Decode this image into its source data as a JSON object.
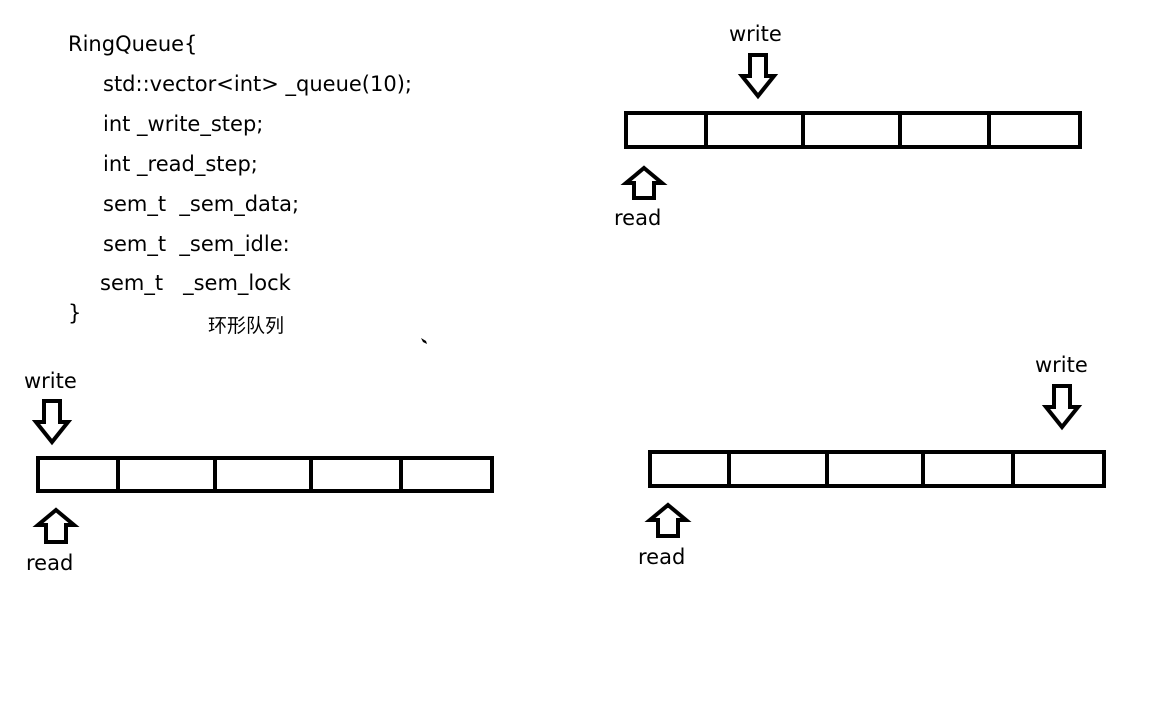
{
  "code": {
    "lines": [
      "RingQueue{",
      "std::vector<int> _queue(10);",
      "int _write_step;",
      "int _read_step;",
      "sem_t  _sem_data;",
      "sem_t  _sem_idle:",
      "sem_t   _sem_lock",
      "}"
    ],
    "caption": "环形队列"
  },
  "queues": [
    {
      "write_label": "write",
      "read_label": "read",
      "cells": 5,
      "write_pointer_cell": 1,
      "read_pointer_cell": 0
    },
    {
      "write_label": "write",
      "read_label": "read",
      "cells": 5,
      "write_pointer_cell": 0,
      "read_pointer_cell": 0
    },
    {
      "write_label": "write",
      "read_label": "read",
      "cells": 5,
      "write_pointer_cell": 4,
      "read_pointer_cell": 0
    }
  ]
}
